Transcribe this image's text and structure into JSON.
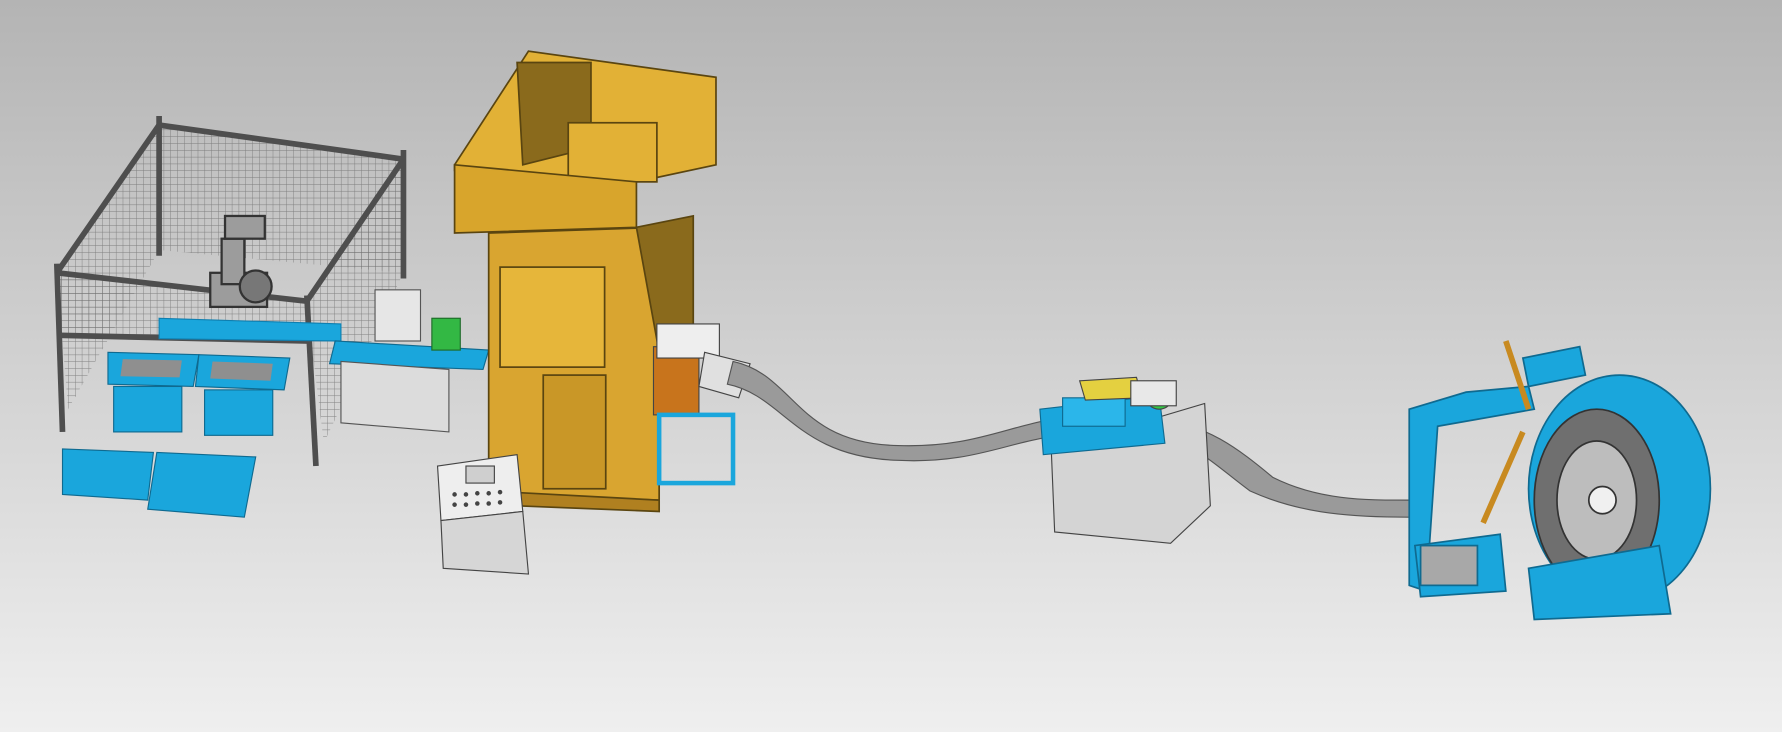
{
  "scene": {
    "colors": {
      "background_top": "#b4b4b4",
      "background_bottom": "#efefef",
      "frame": "#5a5a5a",
      "blue": "#1aa6dc",
      "blue_dark": "#0f7fb0",
      "press_yellow": "#e2b136",
      "press_dark": "#8a6a1c",
      "grey_base": "#d4d4d4",
      "strip": "#9a9a9a",
      "green": "#33b844",
      "orange": "#c8741c"
    },
    "components": [
      "robot-cell",
      "transfer-conveyor",
      "punch-press",
      "control-console",
      "feeder",
      "straightener",
      "decoiler"
    ]
  }
}
